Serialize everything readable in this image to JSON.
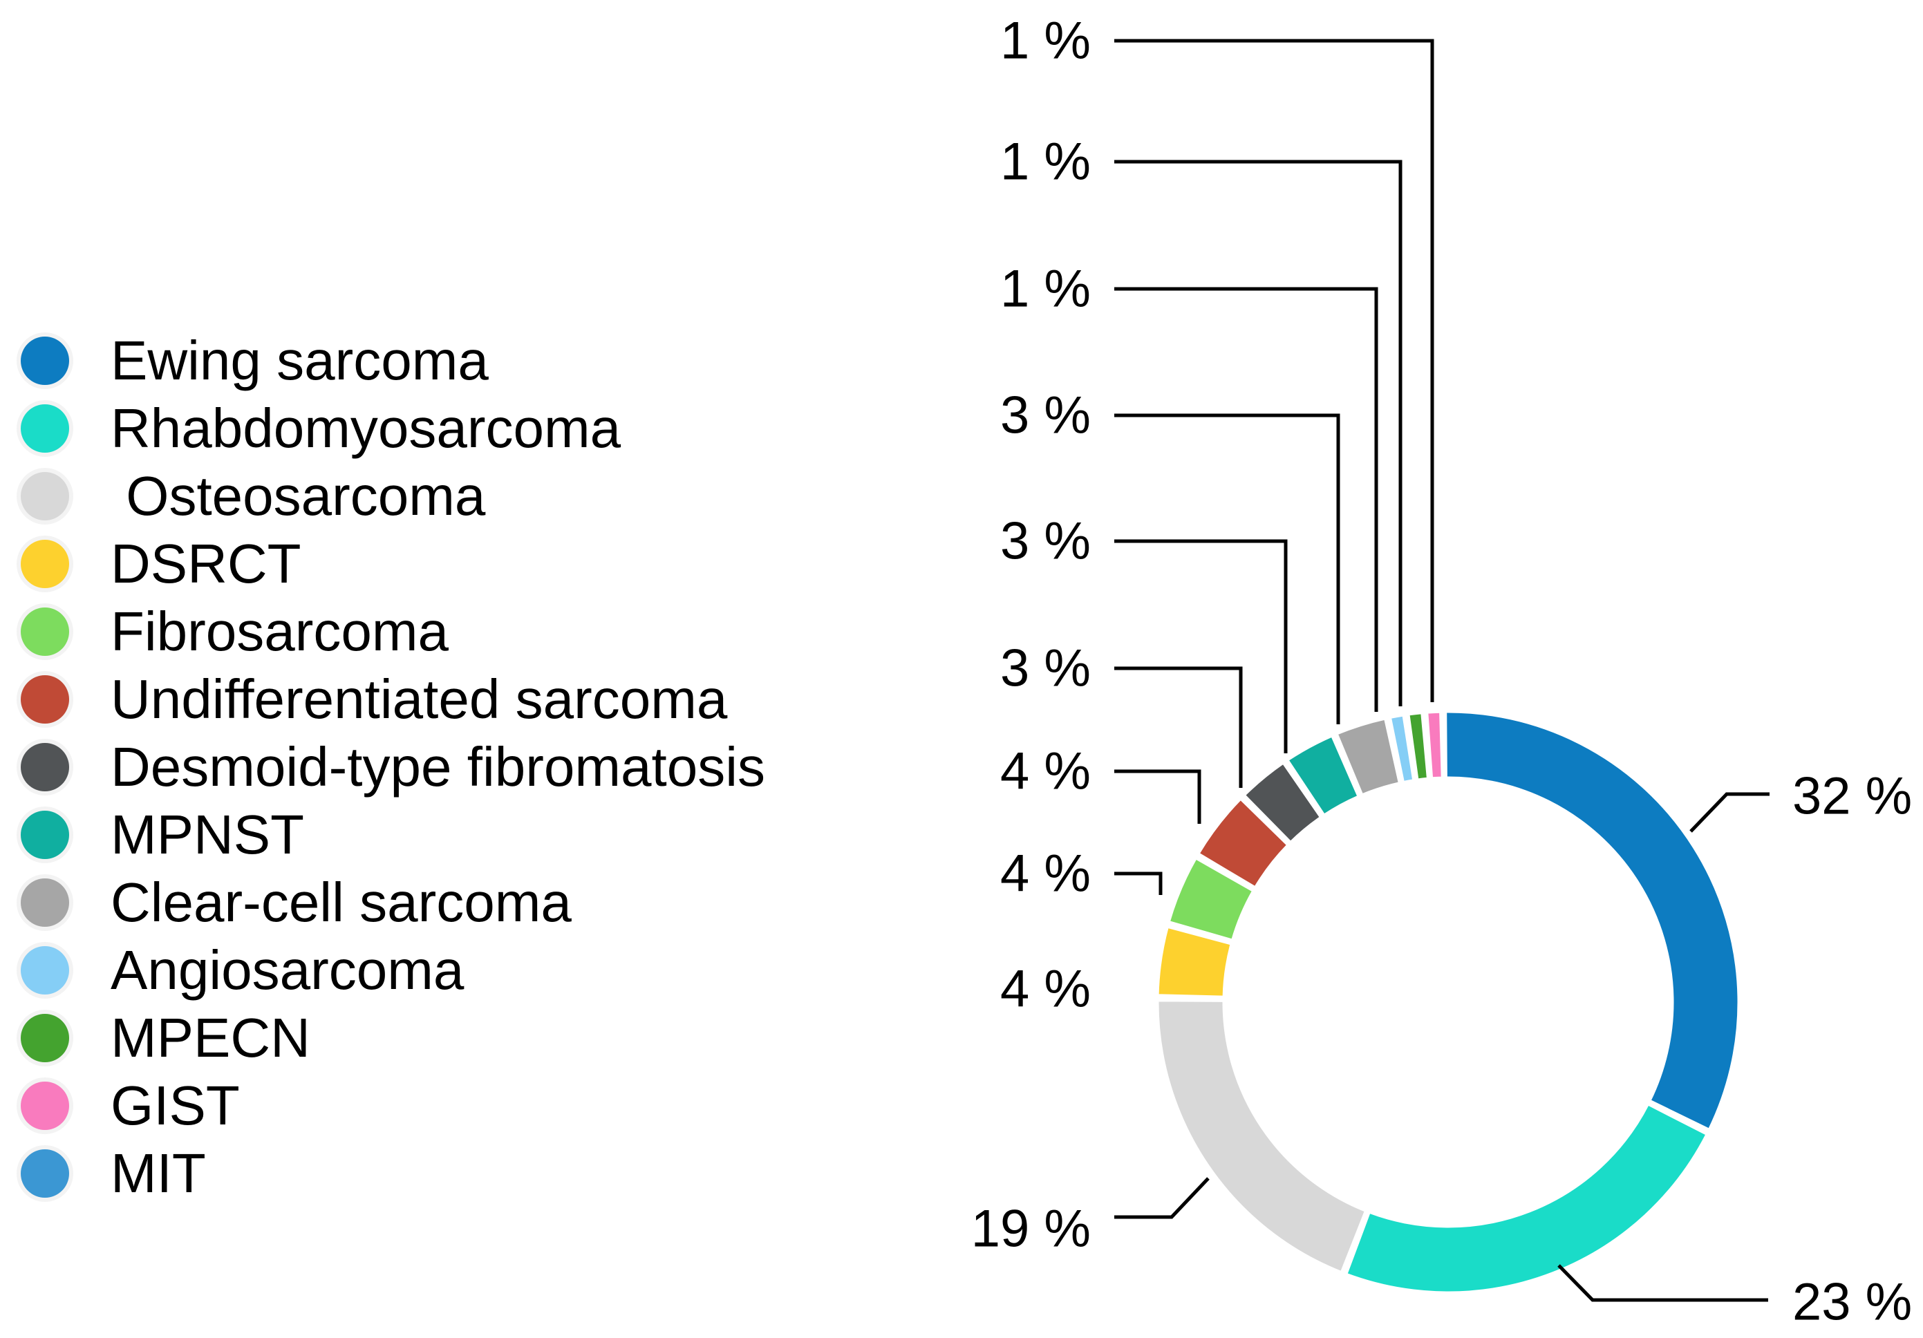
{
  "figure": {
    "background_color": "#ffffff",
    "title": ""
  },
  "legend": {
    "position": "left",
    "items": [
      {
        "label": "Ewing sarcoma",
        "color": "#0D7CC1"
      },
      {
        "label": "Rhabdomyosarcoma",
        "color": "#1ADCC8"
      },
      {
        "label": " Osteosarcoma",
        "color": "#D8D8D8"
      },
      {
        "label": "DSRCT",
        "color": "#FDD12E"
      },
      {
        "label": "Fibrosarcoma",
        "color": "#7DDC5E"
      },
      {
        "label": "Undifferentiated sarcoma",
        "color": "#C04A36"
      },
      {
        "label": "Desmoid-type fibromatosis",
        "color": "#515456"
      },
      {
        "label": "MPNST",
        "color": "#10AFA0"
      },
      {
        "label": "Clear-cell sarcoma",
        "color": "#A6A6A6"
      },
      {
        "label": "Angiosarcoma",
        "color": "#85CEF6"
      },
      {
        "label": "MPECN",
        "color": "#44A32F"
      },
      {
        "label": "GIST",
        "color": "#F97BBE"
      },
      {
        "label": "MIT",
        "color": "#3B97D3"
      }
    ]
  },
  "chart_data": {
    "type": "pie",
    "subtype": "donut",
    "title": "",
    "unit": "%",
    "legend_position": "left",
    "donut_hole_ratio": 0.77,
    "start_angle_deg": 0,
    "direction": "clockwise",
    "categories": [
      "Ewing sarcoma",
      "Rhabdomyosarcoma",
      "Osteosarcoma",
      "DSRCT",
      "Fibrosarcoma",
      "Undifferentiated sarcoma",
      "Desmoid-type fibromatosis",
      "MPNST",
      "Clear-cell sarcoma",
      "Angiosarcoma",
      "MPECN",
      "GIST",
      "MIT"
    ],
    "values": [
      32,
      23,
      19,
      4,
      4,
      4,
      3,
      3,
      3,
      1,
      1,
      1,
      0
    ],
    "slices": [
      {
        "name": "Ewing sarcoma",
        "value": 32,
        "percent_label": "32 %",
        "color": "#0D7CC1"
      },
      {
        "name": "Rhabdomyosarcoma",
        "value": 23,
        "percent_label": "23 %",
        "color": "#1ADCC8"
      },
      {
        "name": "Osteosarcoma",
        "value": 19,
        "percent_label": "19 %",
        "color": "#D8D8D8"
      },
      {
        "name": "DSRCT",
        "value": 4,
        "percent_label": "4 %",
        "color": "#FDD12E"
      },
      {
        "name": "Fibrosarcoma",
        "value": 4,
        "percent_label": "4 %",
        "color": "#7DDC5E"
      },
      {
        "name": "Undifferentiated sarcoma",
        "value": 4,
        "percent_label": "4 %",
        "color": "#C04A36"
      },
      {
        "name": "Desmoid-type fibromatosis",
        "value": 3,
        "percent_label": "3 %",
        "color": "#515456"
      },
      {
        "name": "MPNST",
        "value": 3,
        "percent_label": "3 %",
        "color": "#10AFA0"
      },
      {
        "name": "Clear-cell sarcoma",
        "value": 3,
        "percent_label": "3 %",
        "color": "#A6A6A6"
      },
      {
        "name": "Angiosarcoma",
        "value": 1,
        "percent_label": "1 %",
        "color": "#85CEF6"
      },
      {
        "name": "MPECN",
        "value": 1,
        "percent_label": "1 %",
        "color": "#44A32F"
      },
      {
        "name": "GIST",
        "value": 1,
        "percent_label": "1 %",
        "color": "#F97BBE"
      }
    ],
    "notes": "MIT appears in the legend only; it has no labeled slice in the donut."
  }
}
